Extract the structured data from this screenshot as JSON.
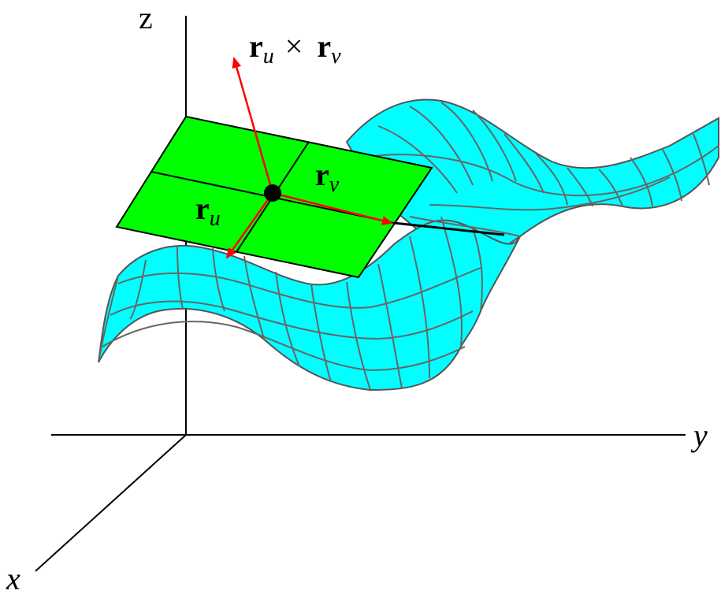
{
  "axes": {
    "x_label": "x",
    "y_label": "y",
    "z_label": "z"
  },
  "vectors": {
    "normal": {
      "base": "r",
      "sub_u": "u",
      "cross": "×",
      "base2": "r",
      "sub_v": "v"
    },
    "ru": {
      "base": "r",
      "sub": "u"
    },
    "rv": {
      "base": "r",
      "sub": "v"
    }
  },
  "colors": {
    "surface": "#00ffff",
    "tangent_plane": "#00ff00",
    "arrows": "#ff0000",
    "grid": "#555555",
    "axes": "#000000"
  }
}
